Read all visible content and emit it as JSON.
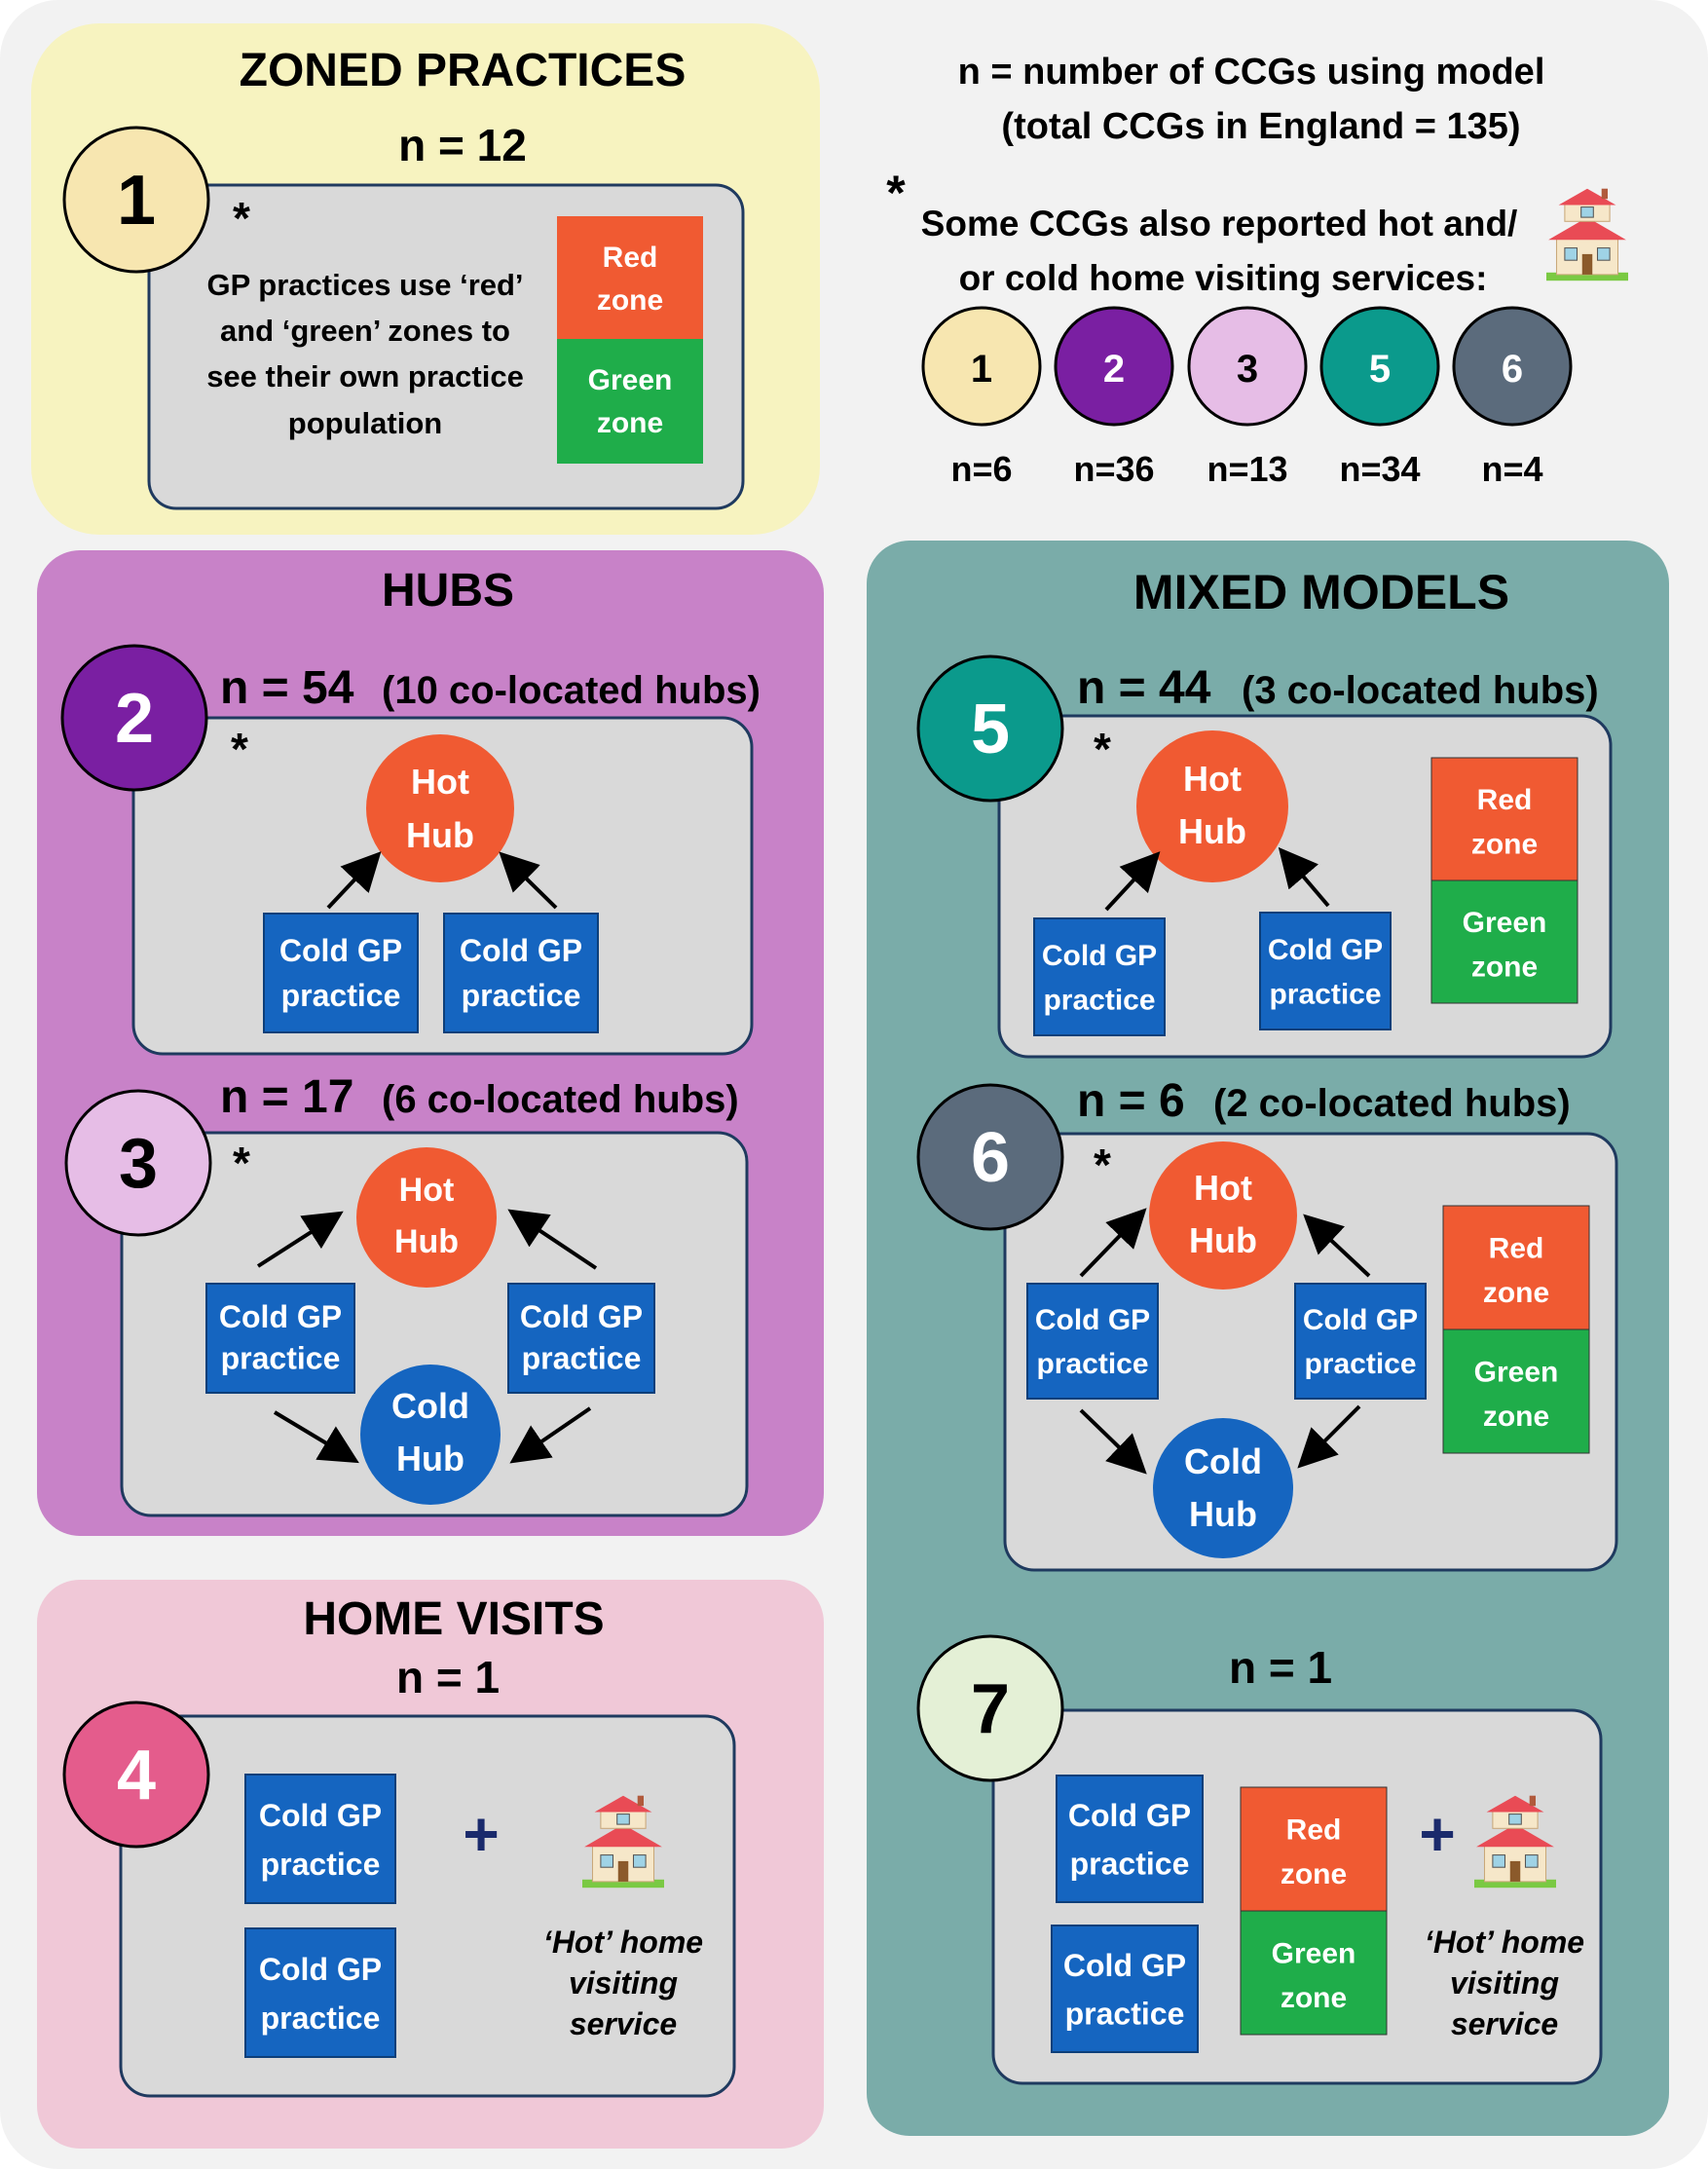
{
  "colors": {
    "page_bg": "#f2f2f2",
    "zoned_bg": "#f7f3c0",
    "hubs_bg": "#c882c8",
    "home_bg": "#f0c8d7",
    "mixed_bg": "#7aaca9",
    "inner_box": "#d9d9d9",
    "hot": "#f05a32",
    "cold_blue": "#1565c0",
    "green_zone": "#1fad4a",
    "c1": "#f7e6b0",
    "c2": "#7a1fa2",
    "c3": "#e6bde6",
    "c4": "#e45c8c",
    "c5": "#0b9a8c",
    "c6": "#5b6b7c",
    "c7": "#e4f0d6"
  },
  "legend": {
    "line1": "n = number of CCGs using model",
    "line2": "(total CCGs in England = 135)",
    "asterisk": "*",
    "note_line1": "Some CCGs also reported hot and/",
    "note_line2": "or cold home visiting services:",
    "house_icon": "house-icon",
    "circles": [
      {
        "num": "1",
        "n": "n=6"
      },
      {
        "num": "2",
        "n": "n=36"
      },
      {
        "num": "3",
        "n": "n=13"
      },
      {
        "num": "5",
        "n": "n=34"
      },
      {
        "num": "6",
        "n": "n=4"
      }
    ]
  },
  "zoned": {
    "title": "ZONED PRACTICES",
    "n": "n = 12",
    "model_num": "1",
    "asterisk": "*",
    "desc_lines": [
      "GP practices use ‘red’",
      "and ‘green’ zones to",
      "see their own practice",
      "population"
    ]
  },
  "hubs": {
    "title": "HUBS",
    "m2": {
      "num": "2",
      "n": "n = 54",
      "note": "(10 co-located hubs)",
      "asterisk": "*"
    },
    "m3": {
      "num": "3",
      "n": "n = 17",
      "note": "(6 co-located hubs)",
      "asterisk": "*"
    }
  },
  "home": {
    "title": "HOME VISITS",
    "n": "n = 1",
    "model_num": "4",
    "plus": "+"
  },
  "mixed": {
    "title": "MIXED MODELS",
    "m5": {
      "num": "5",
      "n": "n = 44",
      "note": "(3 co-located hubs)",
      "asterisk": "*"
    },
    "m6": {
      "num": "6",
      "n": "n = 6",
      "note": "(2 co-located hubs)",
      "asterisk": "*"
    },
    "m7": {
      "num": "7",
      "n": "n = 1",
      "plus": "+"
    }
  },
  "labels": {
    "red_l1": "Red",
    "red_l2": "zone",
    "green_l1": "Green",
    "green_l2": "zone",
    "cold_gp_l1": "Cold GP",
    "cold_gp_l2": "practice",
    "hot_l1": "Hot",
    "hot_l2": "Hub",
    "cold_l1": "Cold",
    "cold_l2": "Hub",
    "hhv_l1": "‘Hot’ home",
    "hhv_l2": "visiting",
    "hhv_l3": "service"
  }
}
